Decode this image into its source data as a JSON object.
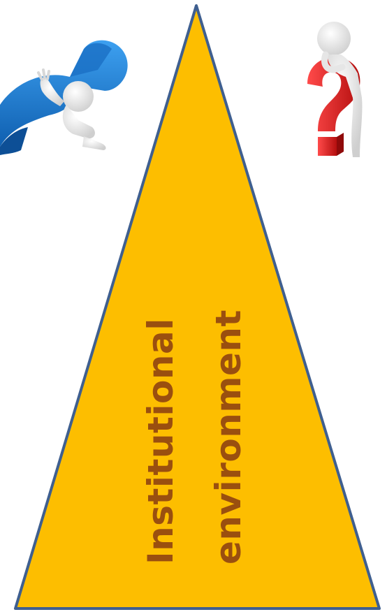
{
  "pyramid": {
    "label_line1": "Institutional",
    "label_line2": "environment"
  },
  "colors": {
    "pyramid_fill": "#FDBE00",
    "pyramid_outline": "#3F5F8F",
    "label_text": "#9A4F0F",
    "figure_blue": "#1E7FD6",
    "figure_red": "#E01E1E",
    "figure_white": "#F2F2F2"
  },
  "images": {
    "left": "stick-figure-climbing-blue-question-mark",
    "right": "stick-figure-thinking-on-red-question-mark"
  }
}
